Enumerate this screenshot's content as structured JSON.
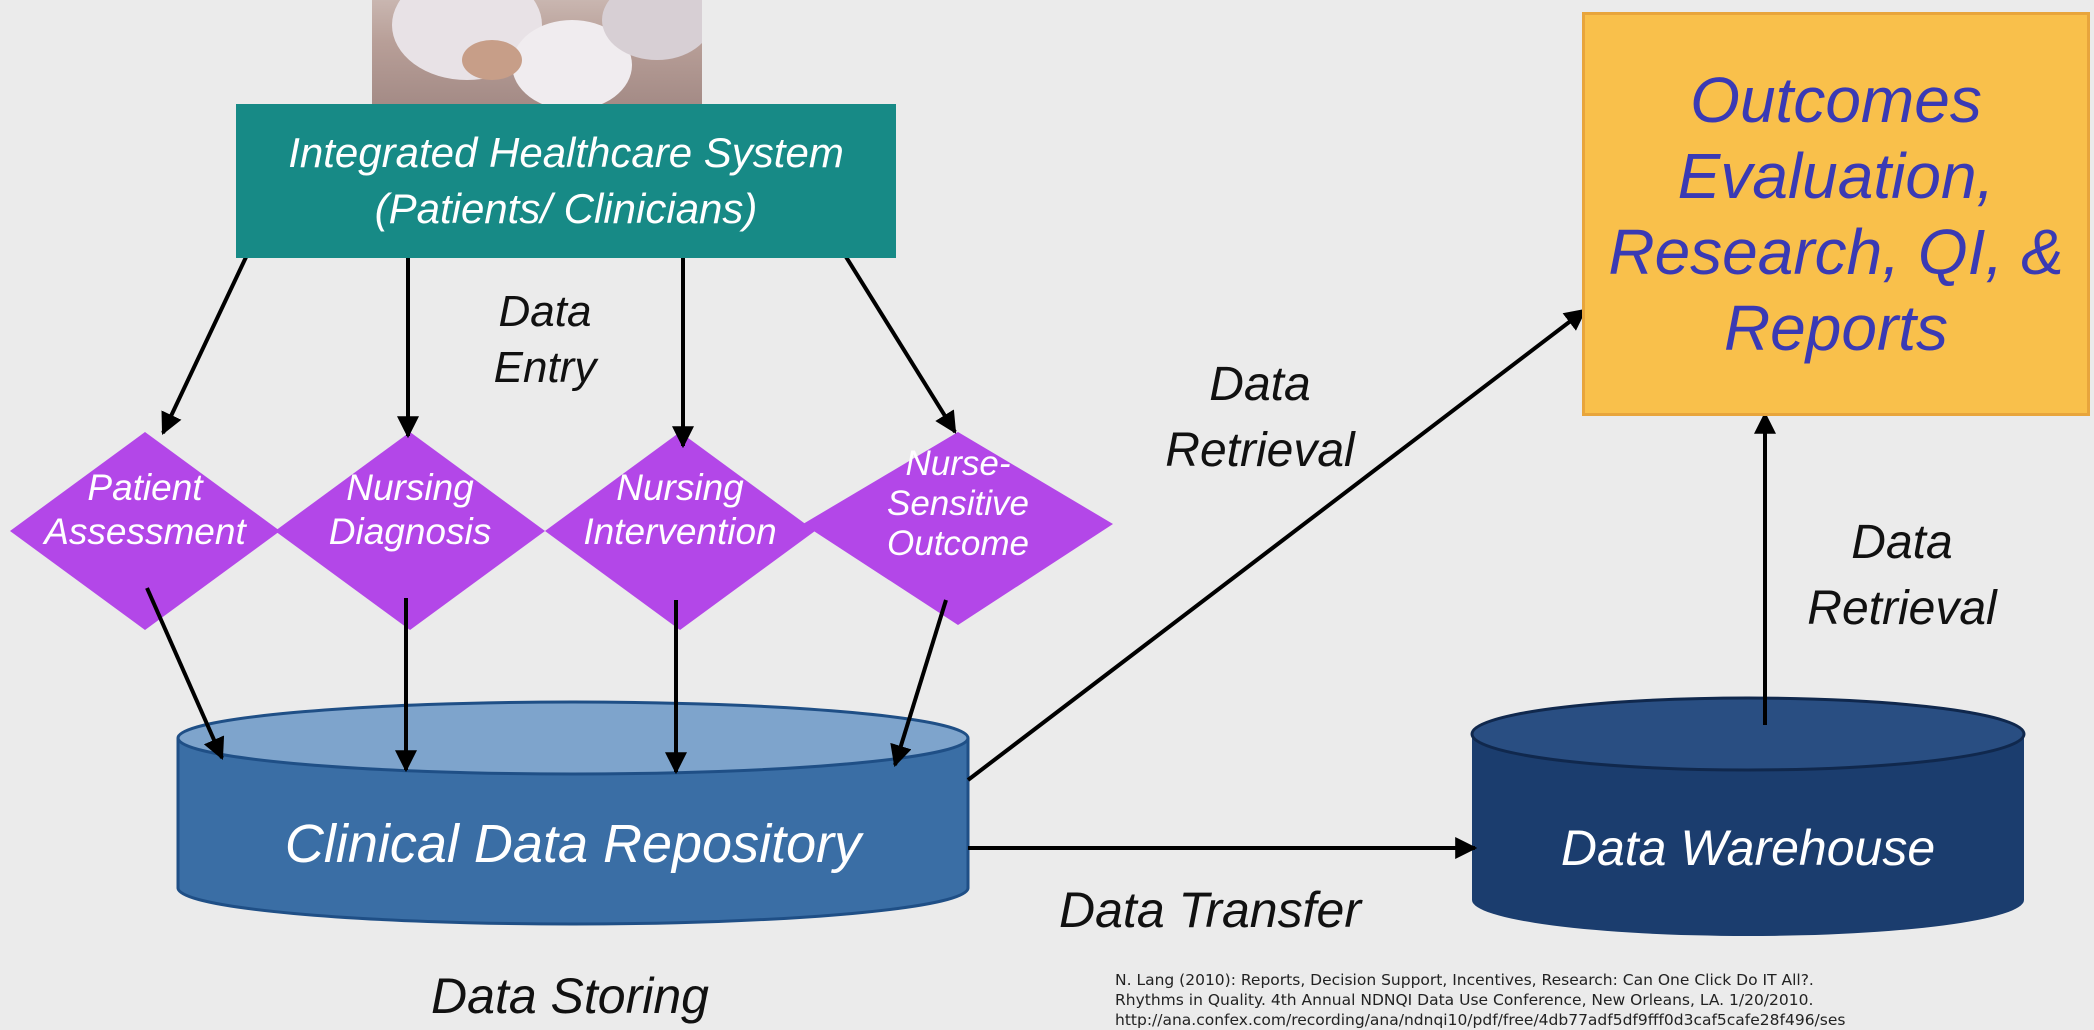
{
  "system": {
    "line1": "Integrated Healthcare System",
    "line2": "(Patients/ Clinicians)"
  },
  "process": [
    {
      "line1": "Patient",
      "line2": "Assessment"
    },
    {
      "line1": "Nursing",
      "line2": "Diagnosis"
    },
    {
      "line1": "Nursing",
      "line2": "Intervention"
    },
    {
      "line1": "Nurse-",
      "line2": "Sensitive",
      "line3": "Outcome"
    }
  ],
  "labels": {
    "data_entry": [
      "Data",
      "Entry"
    ],
    "retrieval_top": [
      "Data",
      "Retrieval"
    ],
    "retrieval_right": [
      "Data",
      "Retrieval"
    ],
    "data_transfer": "Data Transfer",
    "data_storing": "Data Storing"
  },
  "repository": "Clinical Data Repository",
  "warehouse": "Data Warehouse",
  "outcomes": [
    "Outcomes",
    "Evaluation,",
    "Research, QI, &",
    "Reports"
  ],
  "citation": [
    "N. Lang (2010): Reports, Decision Support, Incentives, Research: Can One Click Do IT All?.",
    "Rhythms in Quality. 4th Annual NDNQI Data Use Conference, New Orleans, LA. 1/20/2010.",
    "http://ana.confex.com/recording/ana/ndnqi10/pdf/free/4db77adf5df9fff0d3caf5cafe28f496/ses"
  ],
  "colors": {
    "background": "#ebebeb",
    "system_box": "#178a86",
    "diamond": "#b347e8",
    "repository": "#3a6ea5",
    "warehouse": "#1b3d6e",
    "outcomes_box": "#f9c04b",
    "outcomes_text": "#3a3ab4"
  }
}
